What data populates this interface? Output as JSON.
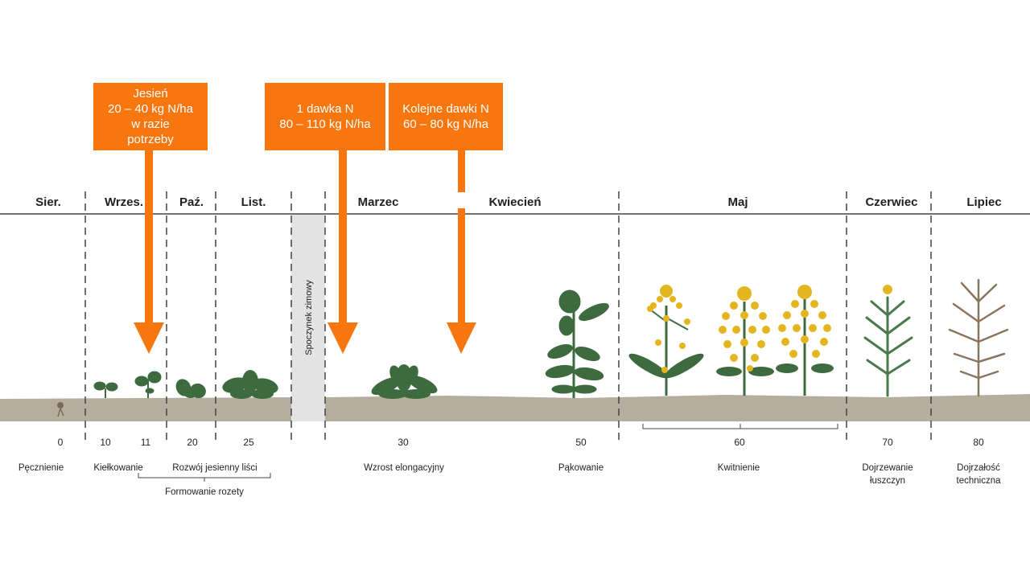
{
  "annotations": [
    {
      "lines": [
        "Jesień",
        "20 – 40 kg N/ha",
        "w razie",
        "potrzeby"
      ]
    },
    {
      "lines": [
        "1 dawka N",
        "80 – 110 kg N/ha"
      ]
    },
    {
      "lines": [
        "Kolejne dawki N",
        "60 – 80 kg N/ha"
      ]
    }
  ],
  "months": [
    "Sier.",
    "Wrzes.",
    "Paź.",
    "List.",
    "Marzec",
    "Kwiecień",
    "Maj",
    "Czerwiec",
    "Lipiec"
  ],
  "winter_label": "Spoczynek zimowy",
  "growth_codes": [
    "0",
    "10",
    "11",
    "20",
    "25",
    "30",
    "50",
    "60",
    "70",
    "80"
  ],
  "stages": {
    "swelling": "Pęcznienie",
    "germination": "Kiełkowanie",
    "autumn_leaves": "Rozwój jesienny liści",
    "rosette": "Formowanie rozety",
    "elongation": "Wzrost elongacyjny",
    "budding": "Pąkowanie",
    "flowering": "Kwitnienie",
    "pod_ripening": [
      "Dojrzewanie",
      "łuszczyn"
    ],
    "technical_maturity": [
      "Dojrzałość",
      "techniczna"
    ]
  },
  "colors": {
    "accent_orange": "#f7760e",
    "soil": "#b5ae9e",
    "leaf_green": "#3d6b3f",
    "flower_yellow": "#e3b51f",
    "dry_brown": "#8a7560",
    "winter_band": "#e3e3e3"
  }
}
